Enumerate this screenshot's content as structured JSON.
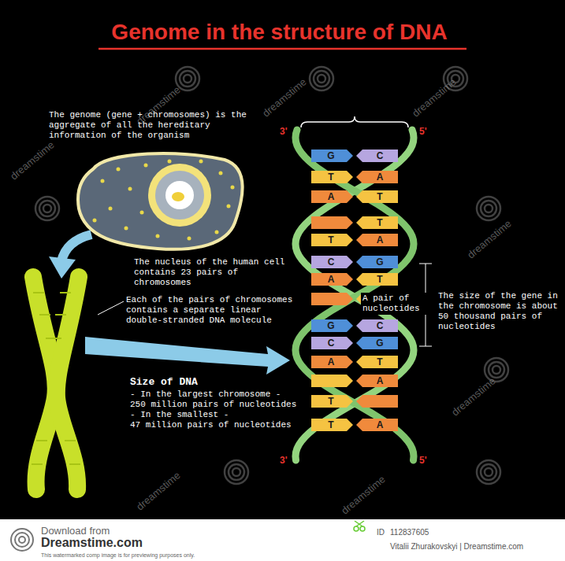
{
  "diagram": {
    "title": "Genome in the structure of DNA",
    "labels": [
      "The genome (gene + chromosomes) is the aggregate of all the hereditary information of the organism",
      "The nucleus of the human cell contains 23 pairs of chromosomes",
      "Each of the pairs of chromosomes contains a separate linear double-stranded DNA molecule",
      "Size of DNA",
      "- In the largest chromosome -",
      "250 million pairs of nucleotides",
      "- In the smallest -",
      "47 million pairs of nucleotides",
      "A pair of nucleotides",
      "The size of the gene in the chromosome is about 50 thousand pairs of nucleotides",
      "3'",
      "5'",
      "3'",
      "5'",
      "G",
      "C",
      "T",
      "A",
      "A",
      "T",
      "T",
      "T",
      "A",
      "C",
      "G",
      "A",
      "T",
      "G",
      "C",
      "C",
      "G",
      "A",
      "T",
      "A",
      "T",
      "T",
      "A",
      "dreamstime",
      "dreamstime",
      "dreamstime",
      "dreamstime",
      "dreamstime",
      "dreamstime",
      "dreamstime",
      "dreamstime",
      "Download from",
      "Dreamstime.com",
      "This watermarked comp image is for previewing purposes only.",
      "ID",
      "112837605",
      "Vitalii Zhurakovskyi | Dreamstime.com"
    ]
  }
}
